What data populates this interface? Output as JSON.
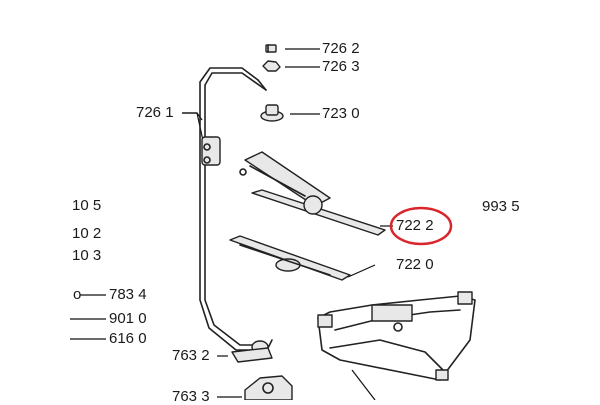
{
  "callouts": {
    "c7262": "726 2",
    "c7263": "726 3",
    "c7261": "726 1",
    "c7230": "723 0",
    "c105": "10 5",
    "c102": "10 2",
    "c103": "10 3",
    "c7834": "783 4",
    "c9010": "901 0",
    "c6160": "616 0",
    "c7632": "763 2",
    "c7633": "763 3",
    "c7222": "722 2",
    "c7220": "722 0",
    "c9935": "993 5"
  },
  "highlight_color": "#d9262c"
}
